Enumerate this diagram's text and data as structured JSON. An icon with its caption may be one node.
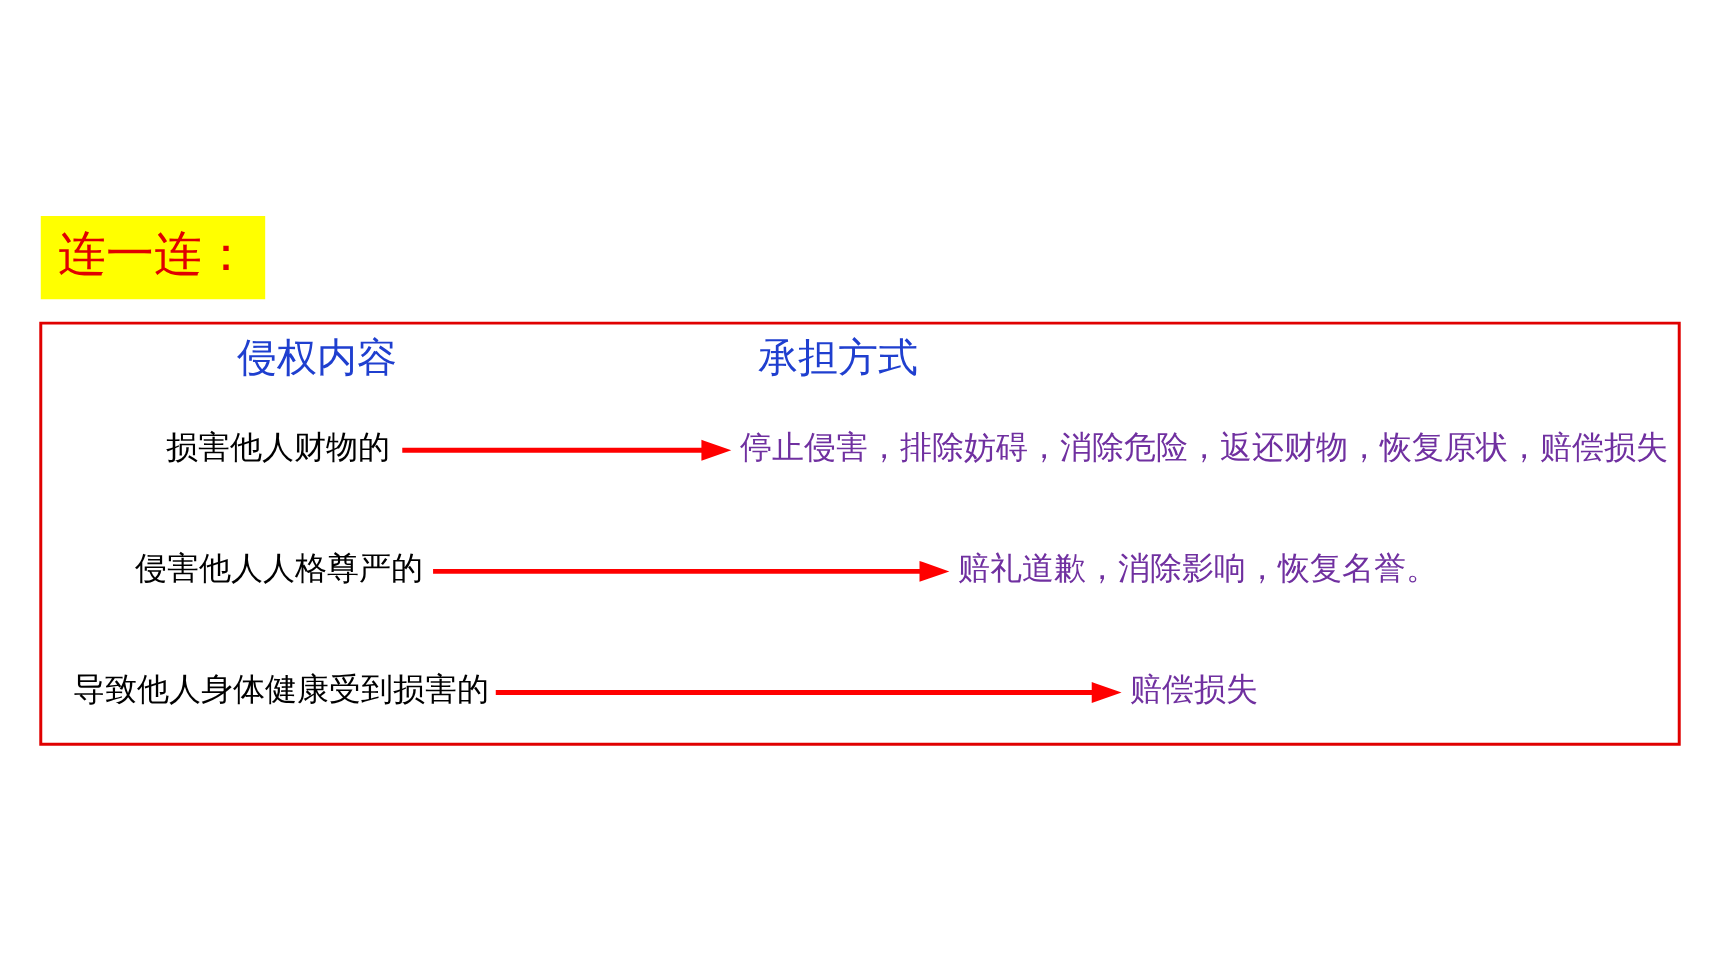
{
  "diagram": {
    "title": "连一连：",
    "nodes": [
      {
        "text": [
          "侵权内容",
          "承担方式"
        ]
      },
      {
        "text": [
          "导致他人身体健康受到损害的"
        ],
        "in": 0
      },
      {
        "text": [
          "侵害他人人格尊严的"
        ],
        "in": 0
      },
      {
        "text": [
          "损害他人财物的"
        ],
        "in": 0
      },
      {
        "text": [
          "赔礼道歉，消除影响，恢复名誉。"
        ],
        "in": 0
      },
      {
        "text": [
          "停止侵害，排除妨碍，消除危险，返还财物，恢复原状，赔偿损失"
        ],
        "in": 0
      },
      {
        "text": [
          "赔偿损失"
        ],
        "in": 0
      }
    ],
    "edges": [
      {
        "from": 1,
        "to": 6,
        "arrow": "to"
      },
      {
        "from": 2,
        "to": 4,
        "arrow": "to"
      },
      {
        "from": 3,
        "to": 5,
        "arrow": "to"
      }
    ]
  }
}
